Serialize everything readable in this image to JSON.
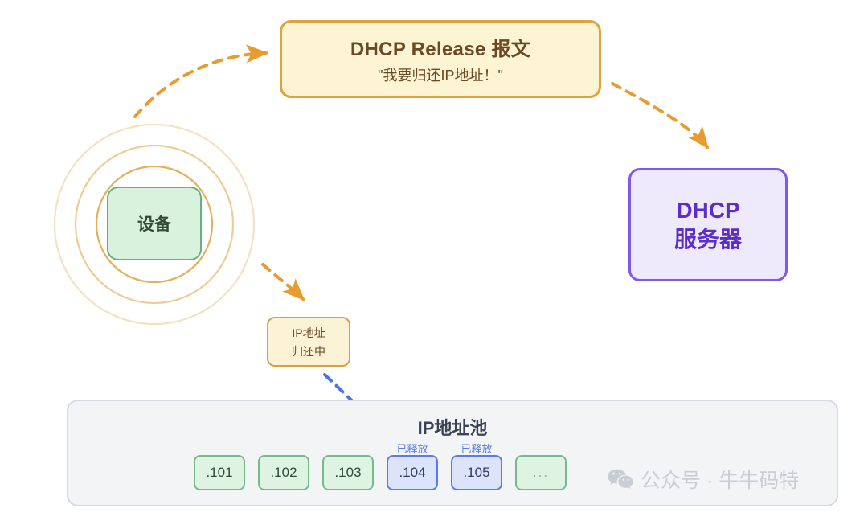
{
  "colors": {
    "orange_border": "#e0a23d",
    "orange_fill": "#fdf4d3",
    "orange_text": "#6b4a23",
    "purple_border": "#8159e8",
    "purple_fill": "#eeeafc",
    "purple_text": "#5b2ecb",
    "green_border": "#6aaf82",
    "green_fill": "#d9f2de",
    "green_text": "#2f4b38",
    "blue_border": "#5b7ce8",
    "blue_fill": "#dbe4fb",
    "blue_text": "#2f3c6b",
    "pool_fill": "#f3f4f6",
    "pool_border": "#d7dae1",
    "watermark": "#c9cdd4",
    "arrow_orange": "#e89c2e",
    "arrow_blue": "#4a74e8",
    "ring": "#e0a23d"
  },
  "message": {
    "title": "DHCP Release 报文",
    "subtitle": "\"我要归还IP地址！\""
  },
  "server": {
    "line1": "DHCP",
    "line2": "服务器"
  },
  "device": {
    "label": "设备"
  },
  "returning": {
    "line1": "IP地址",
    "line2": "归还中"
  },
  "pool": {
    "title": "IP地址池",
    "cells": [
      {
        "label": ".101",
        "state": "free",
        "tag": ""
      },
      {
        "label": ".102",
        "state": "free",
        "tag": ""
      },
      {
        "label": ".103",
        "state": "free",
        "tag": ""
      },
      {
        "label": ".104",
        "state": "released",
        "tag": "已释放"
      },
      {
        "label": ".105",
        "state": "released",
        "tag": "已释放"
      },
      {
        "label": "...",
        "state": "ellipsis",
        "tag": ""
      }
    ]
  },
  "watermark": {
    "icon": "wechat-icon",
    "text": "公众号 · 牛牛码特"
  },
  "arrows": [
    {
      "name": "device-to-message",
      "style": "dashed",
      "color": "#e89c2e"
    },
    {
      "name": "message-to-server",
      "style": "dashed",
      "color": "#e89c2e"
    },
    {
      "name": "device-to-returning",
      "style": "dashed",
      "color": "#e89c2e"
    },
    {
      "name": "returning-to-pool",
      "style": "dashed",
      "color": "#4a74e8"
    }
  ]
}
